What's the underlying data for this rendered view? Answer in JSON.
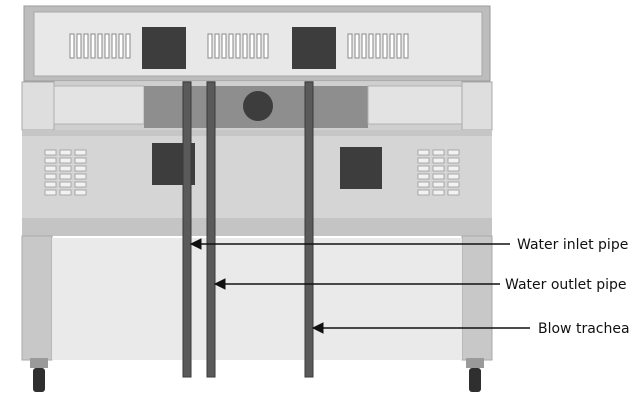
{
  "callouts": {
    "inlet": "Water inlet pipe",
    "outlet": "Water outlet pipe",
    "blow": "Blow trachea"
  },
  "colors": {
    "cabinet_light": "#e6e6e6",
    "cabinet_mid": "#cfcfcf",
    "cabinet_dark": "#8a8a8a",
    "square_dark": "#3d3d3d",
    "pipe": "#555555",
    "arrow": "#111111"
  }
}
